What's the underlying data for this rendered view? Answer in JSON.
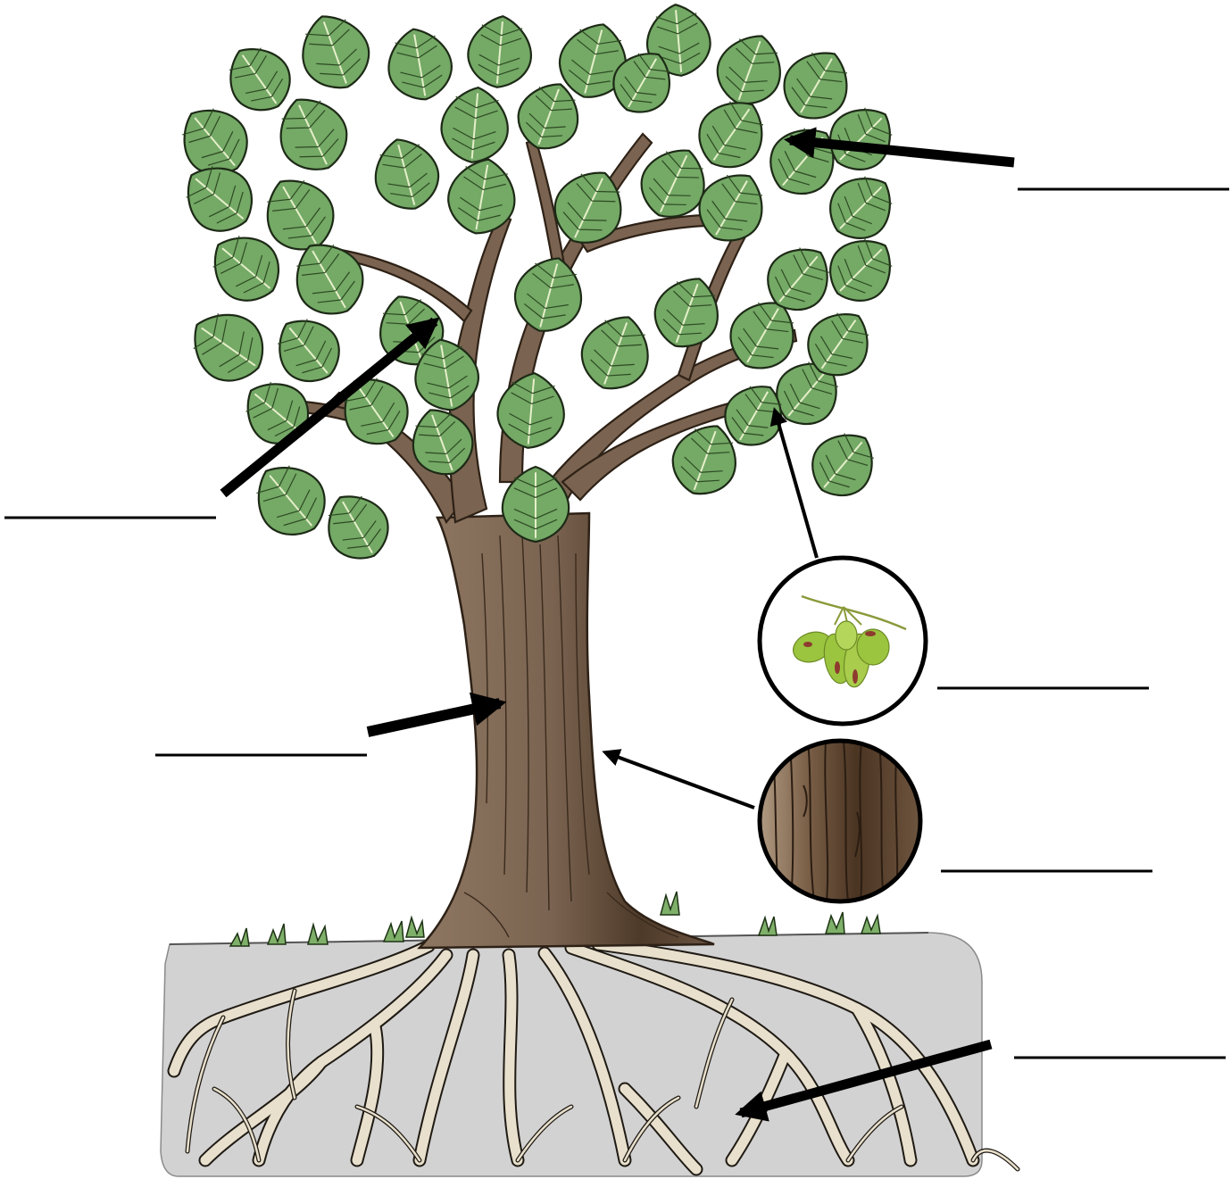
{
  "figure": {
    "subject": "tree",
    "labels": [
      {
        "id": "leaves",
        "text": ""
      },
      {
        "id": "branches",
        "text": ""
      },
      {
        "id": "trunk",
        "text": ""
      },
      {
        "id": "seeds",
        "text": ""
      },
      {
        "id": "bark",
        "text": ""
      },
      {
        "id": "roots",
        "text": ""
      }
    ]
  },
  "colors": {
    "leaf": "#74a966",
    "leaf_outline": "#1d2a16",
    "trunk": "#7a6350",
    "trunk_dark": "#4e3a29",
    "soil": "#d2d2d2",
    "root": "#e8e0cc",
    "seed_pod": "#9bc43f",
    "seed_spot": "#8e3a2f"
  }
}
